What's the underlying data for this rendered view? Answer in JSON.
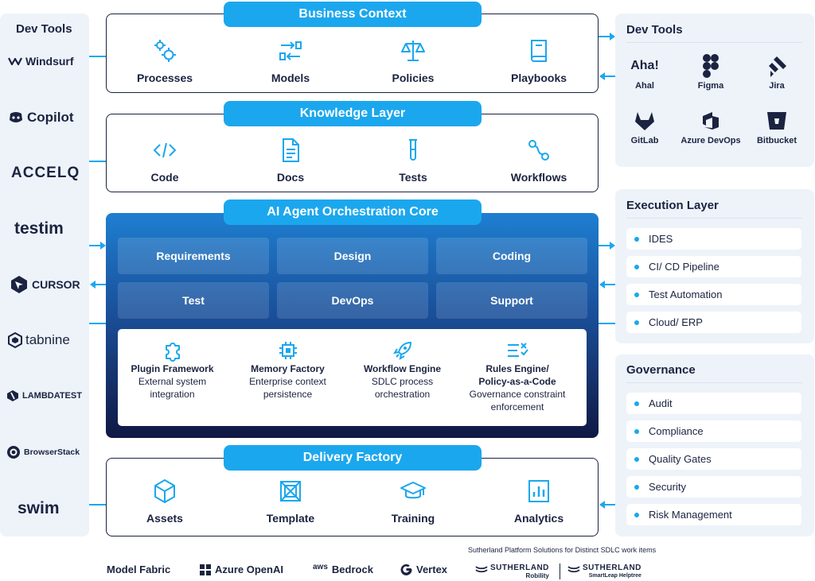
{
  "left_panel": {
    "title": "Dev Tools",
    "tools": [
      {
        "name": "Windsurf",
        "icon": "windsurf-icon"
      },
      {
        "name": "Copilot",
        "icon": "copilot-icon"
      },
      {
        "name": "ACCELQ",
        "icon": "none"
      },
      {
        "name": "testim",
        "icon": "none"
      },
      {
        "name": "CURSOR",
        "icon": "cursor-icon"
      },
      {
        "name": "tabnine",
        "icon": "tabnine-icon"
      },
      {
        "name": "LAMBDATEST",
        "icon": "lambdatest-icon"
      },
      {
        "name": "BrowserStack",
        "icon": "browserstack-icon"
      },
      {
        "name": "swim",
        "icon": "none"
      }
    ]
  },
  "business_context": {
    "title": "Business Context",
    "items": [
      {
        "label": "Processes",
        "icon": "gears-icon"
      },
      {
        "label": "Models",
        "icon": "swap-arrows-icon"
      },
      {
        "label": "Policies",
        "icon": "scales-icon"
      },
      {
        "label": "Playbooks",
        "icon": "book-icon"
      }
    ]
  },
  "knowledge_layer": {
    "title": "Knowledge Layer",
    "items": [
      {
        "label": "Code",
        "icon": "code-icon"
      },
      {
        "label": "Docs",
        "icon": "document-icon"
      },
      {
        "label": "Tests",
        "icon": "test-tube-icon"
      },
      {
        "label": "Workflows",
        "icon": "workflow-icon"
      }
    ]
  },
  "core": {
    "title": "AI Agent Orchestration Core",
    "tiles": [
      "Requirements",
      "Design",
      "Coding",
      "Test",
      "DevOps",
      "Support"
    ],
    "components": [
      {
        "title": "Plugin Framework",
        "desc": [
          "External system",
          "integration"
        ],
        "icon": "puzzle-icon"
      },
      {
        "title": "Memory Factory",
        "desc": [
          "Enterprise context",
          "persistence"
        ],
        "icon": "chip-icon"
      },
      {
        "title": "Workflow Engine",
        "desc": [
          "SDLC process",
          "orchestration"
        ],
        "icon": "rocket-icon"
      },
      {
        "title": "Rules Engine/",
        "title2": "Policy-as-a-Code",
        "desc": [
          "Governance constraint",
          "enforcement"
        ],
        "icon": "rules-icon"
      }
    ]
  },
  "delivery_factory": {
    "title": "Delivery Factory",
    "items": [
      {
        "label": "Assets",
        "icon": "cube-icon"
      },
      {
        "label": "Template",
        "icon": "template-icon"
      },
      {
        "label": "Training",
        "icon": "graduation-cap-icon"
      },
      {
        "label": "Analytics",
        "icon": "bar-chart-icon"
      }
    ]
  },
  "right_dev_tools": {
    "title": "Dev Tools",
    "tools": [
      {
        "label": "Ahal",
        "logo_text": "Aha!",
        "icon": "aha-icon"
      },
      {
        "label": "Figma",
        "icon": "figma-icon"
      },
      {
        "label": "Jira",
        "icon": "jira-icon"
      },
      {
        "label": "GitLab",
        "icon": "gitlab-icon"
      },
      {
        "label": "Azure DevOps",
        "icon": "azure-devops-icon"
      },
      {
        "label": "Bitbucket",
        "icon": "bitbucket-icon"
      }
    ]
  },
  "execution_layer": {
    "title": "Execution Layer",
    "items": [
      "IDES",
      "CI/ CD Pipeline",
      "Test Automation",
      "Cloud/ ERP"
    ]
  },
  "governance": {
    "title": "Governance",
    "items": [
      "Audit",
      "Compliance",
      "Quality Gates",
      "Security",
      "Risk Management"
    ]
  },
  "footer": {
    "model_fabric": "Model Fabric",
    "models": [
      {
        "label": "Azure OpenAI",
        "icon": "microsoft-icon"
      },
      {
        "label": "Bedrock",
        "prefix": "aws",
        "icon": "aws-icon"
      },
      {
        "label": "Vertex",
        "icon": "google-icon"
      }
    ],
    "note": "Sutherland Platform Solutions for Distinct SDLC work items",
    "sutherland": [
      {
        "name": "SUTHERLAND",
        "sub": "Robility"
      },
      {
        "name": "SUTHERLAND",
        "sub": "SmartLeap Helptree"
      }
    ]
  },
  "colors": {
    "accent": "#1ba7ee",
    "navy": "#1b2340",
    "panel": "#eef3fa"
  }
}
